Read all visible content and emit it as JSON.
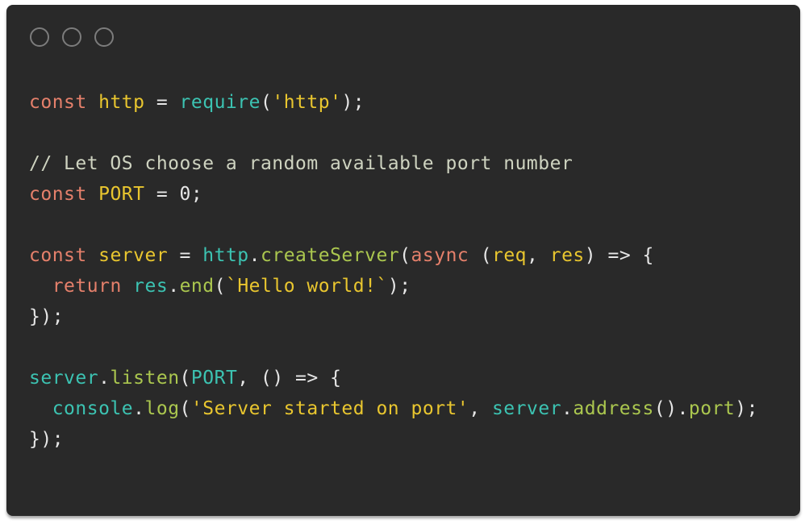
{
  "window": {
    "background": "#ffffff",
    "card_color": "#292929",
    "controls": [
      {
        "name": "window-control-1"
      },
      {
        "name": "window-control-2"
      },
      {
        "name": "window-control-3"
      }
    ]
  },
  "colors": {
    "keyword": "#e5806b",
    "variable": "#e9c62f",
    "string": "#e9c62f",
    "object": "#3cc3b2",
    "method": "#abc74f",
    "comment": "#ced3c0",
    "plain": "#e6e6e6"
  },
  "code": {
    "language": "javascript",
    "lines": [
      {
        "tokens": [
          {
            "t": "const",
            "c": "keyword"
          },
          {
            "t": " ",
            "c": "plain"
          },
          {
            "t": "http",
            "c": "variable"
          },
          {
            "t": " = ",
            "c": "plain"
          },
          {
            "t": "require",
            "c": "object"
          },
          {
            "t": "(",
            "c": "plain"
          },
          {
            "t": "'http'",
            "c": "string"
          },
          {
            "t": ");",
            "c": "plain"
          }
        ]
      },
      {
        "tokens": []
      },
      {
        "tokens": [
          {
            "t": "// Let OS choose a random available port number",
            "c": "comment"
          }
        ]
      },
      {
        "tokens": [
          {
            "t": "const",
            "c": "keyword"
          },
          {
            "t": " ",
            "c": "plain"
          },
          {
            "t": "PORT",
            "c": "variable"
          },
          {
            "t": " = 0;",
            "c": "plain"
          }
        ]
      },
      {
        "tokens": []
      },
      {
        "tokens": [
          {
            "t": "const",
            "c": "keyword"
          },
          {
            "t": " ",
            "c": "plain"
          },
          {
            "t": "server",
            "c": "variable"
          },
          {
            "t": " = ",
            "c": "plain"
          },
          {
            "t": "http",
            "c": "object"
          },
          {
            "t": ".",
            "c": "plain"
          },
          {
            "t": "createServer",
            "c": "method"
          },
          {
            "t": "(",
            "c": "plain"
          },
          {
            "t": "async",
            "c": "keyword"
          },
          {
            "t": " (",
            "c": "plain"
          },
          {
            "t": "req",
            "c": "variable"
          },
          {
            "t": ", ",
            "c": "plain"
          },
          {
            "t": "res",
            "c": "variable"
          },
          {
            "t": ") => {",
            "c": "plain"
          }
        ]
      },
      {
        "tokens": [
          {
            "t": "  ",
            "c": "plain"
          },
          {
            "t": "return",
            "c": "keyword"
          },
          {
            "t": " ",
            "c": "plain"
          },
          {
            "t": "res",
            "c": "object"
          },
          {
            "t": ".",
            "c": "plain"
          },
          {
            "t": "end",
            "c": "method"
          },
          {
            "t": "(",
            "c": "plain"
          },
          {
            "t": "`Hello world!`",
            "c": "string"
          },
          {
            "t": ");",
            "c": "plain"
          }
        ]
      },
      {
        "tokens": [
          {
            "t": "});",
            "c": "plain"
          }
        ]
      },
      {
        "tokens": []
      },
      {
        "tokens": [
          {
            "t": "server",
            "c": "object"
          },
          {
            "t": ".",
            "c": "plain"
          },
          {
            "t": "listen",
            "c": "method"
          },
          {
            "t": "(",
            "c": "plain"
          },
          {
            "t": "PORT",
            "c": "object"
          },
          {
            "t": ", () => {",
            "c": "plain"
          }
        ]
      },
      {
        "tokens": [
          {
            "t": "  ",
            "c": "plain"
          },
          {
            "t": "console",
            "c": "object"
          },
          {
            "t": ".",
            "c": "plain"
          },
          {
            "t": "log",
            "c": "method"
          },
          {
            "t": "(",
            "c": "plain"
          },
          {
            "t": "'Server started on port'",
            "c": "string"
          },
          {
            "t": ", ",
            "c": "plain"
          },
          {
            "t": "server",
            "c": "object"
          },
          {
            "t": ".",
            "c": "plain"
          },
          {
            "t": "address",
            "c": "method"
          },
          {
            "t": "().",
            "c": "plain"
          },
          {
            "t": "port",
            "c": "method"
          },
          {
            "t": ");",
            "c": "plain"
          }
        ]
      },
      {
        "tokens": [
          {
            "t": "});",
            "c": "plain"
          }
        ]
      }
    ]
  }
}
